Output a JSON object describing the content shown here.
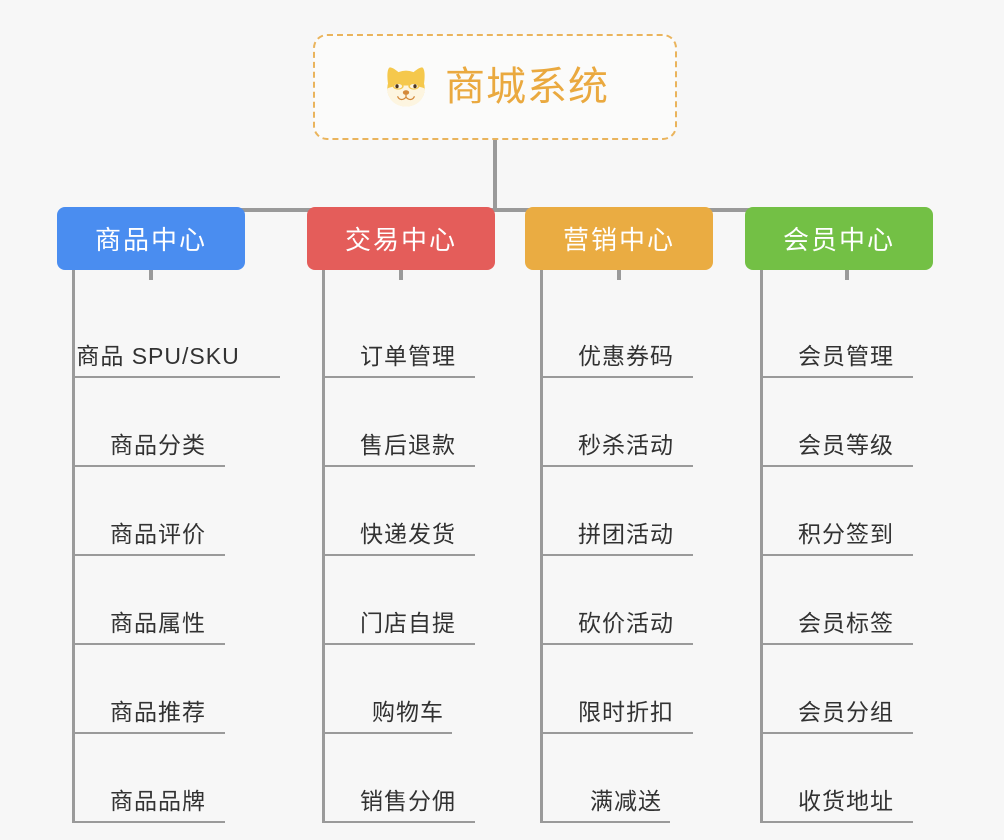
{
  "root": {
    "title": "商城系统",
    "icon": "shiba-inu-icon",
    "border_color": "#eab45c",
    "text_color": "#eaa93f"
  },
  "columns": [
    {
      "id": "product-center",
      "label": "商品中心",
      "color": "#4a8df0",
      "items": [
        "商品 SPU/SKU",
        "商品分类",
        "商品评价",
        "商品属性",
        "商品推荐",
        "商品品牌"
      ]
    },
    {
      "id": "trade-center",
      "label": "交易中心",
      "color": "#e45d5a",
      "items": [
        "订单管理",
        "售后退款",
        "快递发货",
        "门店自提",
        "购物车",
        "销售分佣"
      ]
    },
    {
      "id": "marketing-center",
      "label": "营销中心",
      "color": "#eaac42",
      "items": [
        "优惠券码",
        "秒杀活动",
        "拼团活动",
        "砍价活动",
        "限时折扣",
        "满减送"
      ]
    },
    {
      "id": "member-center",
      "label": "会员中心",
      "color": "#73c045",
      "items": [
        "会员管理",
        "会员等级",
        "积分签到",
        "会员标签",
        "会员分组",
        "收货地址"
      ]
    }
  ],
  "connector_color": "#9a9a9a",
  "background_color": "#f7f7f7"
}
